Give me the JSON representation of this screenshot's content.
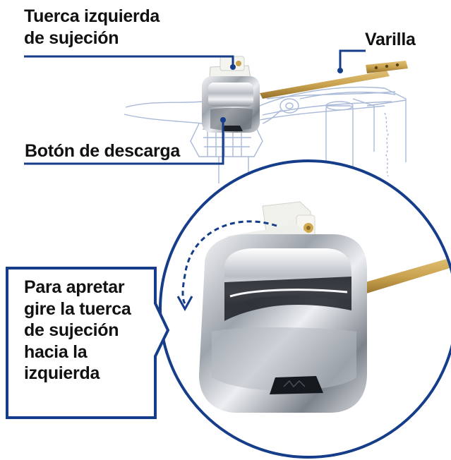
{
  "labels": {
    "tuerca_line1": "Tuerca izquierda",
    "tuerca_line2": "de sujeción",
    "varilla": "Varilla",
    "boton": "Botón de descarga"
  },
  "callout": {
    "lines": [
      "Para apretar",
      "gire la tuerca",
      "de sujeción",
      "hacia la",
      "izquierda"
    ]
  },
  "colors": {
    "accent": "#153d8a",
    "brass": "#c9a24f",
    "chrome": "#c8ccd2",
    "tank_sketch": "#a9b9d8"
  }
}
